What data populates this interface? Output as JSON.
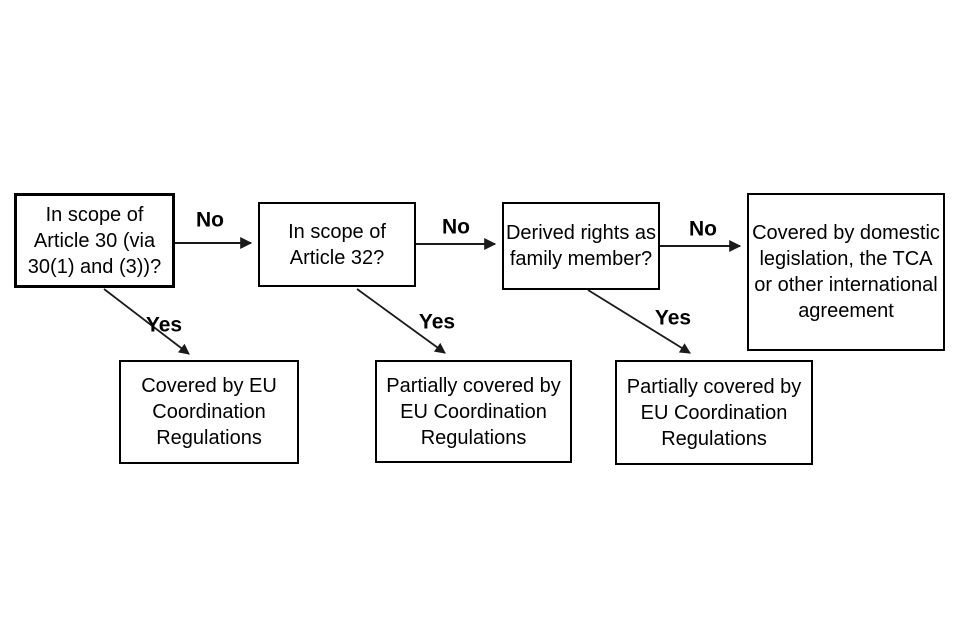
{
  "flowchart": {
    "colors": {
      "background": "#ffffff",
      "border": "#000000",
      "text": "#000000",
      "line": "#1a1a1a"
    },
    "edge_labels": {
      "no": "No",
      "yes": "Yes"
    },
    "questions": [
      {
        "lines": [
          "In scope of",
          "Article 30 (via",
          "30(1) and (3))?"
        ]
      },
      {
        "lines": [
          "In scope of",
          "Article 32?"
        ]
      },
      {
        "lines": [
          "Derived rights as",
          "family member?"
        ]
      }
    ],
    "yes_outcomes": [
      {
        "lines": [
          "Covered by EU",
          "Coordination",
          "Regulations"
        ]
      },
      {
        "lines": [
          "Partially covered by",
          "EU Coordination",
          "Regulations"
        ]
      },
      {
        "lines": [
          "Partially covered by",
          "EU Coordination",
          "Regulations"
        ]
      }
    ],
    "no_outcome": {
      "lines": [
        "Covered by domestic",
        "legislation, the TCA",
        "or other international",
        "agreement"
      ]
    }
  }
}
